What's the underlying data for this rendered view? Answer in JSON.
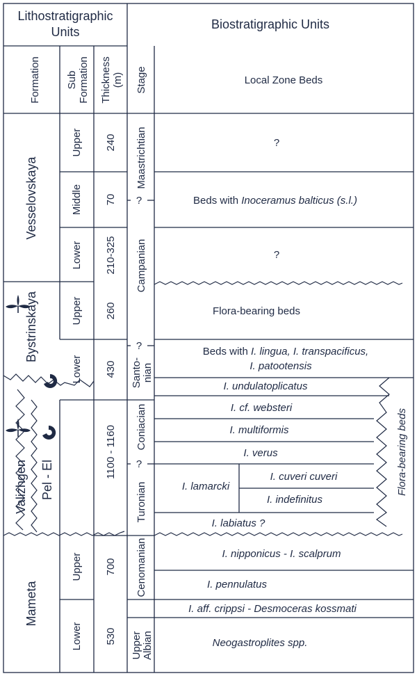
{
  "headers": {
    "litho": [
      "Lithostratigraphic",
      "Units"
    ],
    "bio": "Biostratigraphic Units",
    "formation": "Formation",
    "subformation": [
      "Sub",
      "Formation"
    ],
    "thickness": [
      "Thickness",
      "(m)"
    ],
    "stage": "Stage",
    "local": "Local Zone  Beds"
  },
  "formations": {
    "vesselovskaya": "Vesselovskaya",
    "bystrinskaya": "Bystrinskaya",
    "valizhgen": "Valizhgen",
    "pel_el": "Pel - El",
    "mameta": "Mameta"
  },
  "subformations": {
    "upper": "Upper",
    "middle": "Middle",
    "lower": "Lower"
  },
  "thickness": {
    "v_upper": "240",
    "v_middle": "70",
    "v_lower": "210-325",
    "b_upper": "260",
    "b_lower": "430",
    "valizhgen": "1100 - 1160",
    "m_upper": "700",
    "m_lower": "530"
  },
  "stages": {
    "maastrichtian": "Maastrichtian",
    "campanian": "Campanian",
    "santonian": [
      "Santo-",
      "nian"
    ],
    "coniacian": "Coniacian",
    "turonian": "Turonian",
    "cenomanian": "Cenomanian",
    "upper_albian": [
      "Upper",
      "Albian"
    ],
    "q": "?"
  },
  "zones": {
    "q": "?",
    "balticus_pre": "Beds with ",
    "balticus": "Inoceramus balticus (s.l.)",
    "flora": "Flora-bearing beds",
    "lingua_pre": "Beds with ",
    "lingua": "I. lingua, I. transpacificus,",
    "patootensis": "I. patootensis",
    "undulatoplicatus": "I. undulatoplicatus",
    "websteri": "I.  cf. websteri",
    "multiformis": "I. multiformis",
    "verus": "I. verus",
    "lamarcki": "I. lamarcki",
    "cuveri": "I. cuveri cuveri",
    "indefinitus": "I. indefinitus",
    "labiatus": "I. labiatus ?",
    "nipponicus": "I. nipponicus - I. scalprum",
    "pennulatus": "I. pennulatus",
    "crippsi": "I. aff. crippsi - Desmoceras kossmati",
    "neogastroplites": "Neogastroplites spp.",
    "flora_side": "Flora-bearing beds"
  },
  "colors": {
    "line": "#1f2a44",
    "text": "#1f2a44",
    "background": "#ffffff"
  }
}
